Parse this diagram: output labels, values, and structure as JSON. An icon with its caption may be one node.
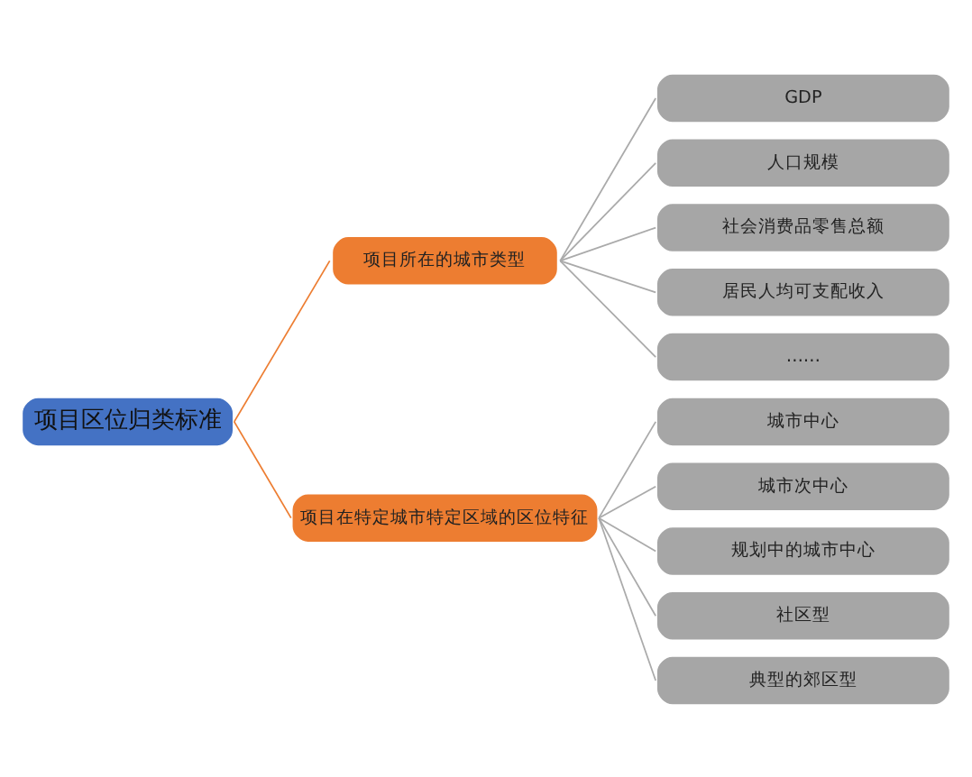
{
  "diagram": {
    "nodes": [
      {
        "text": [
          "项目区位归类标准"
        ]
      },
      {
        "text": [
          "项目所在的城市类型"
        ]
      },
      {
        "text": [
          "GDP"
        ]
      },
      {
        "text": [
          "人口规模"
        ]
      },
      {
        "text": [
          "社会消费品零售总额"
        ]
      },
      {
        "text": [
          "居民人均可支配收入"
        ]
      },
      {
        "text": [
          "……"
        ]
      },
      {
        "text": [
          "项目在特定城市特定区域的区位特征"
        ]
      },
      {
        "text": [
          "城市中心"
        ]
      },
      {
        "text": [
          "城市次中心"
        ]
      },
      {
        "text": [
          "规划中的城市中心"
        ]
      },
      {
        "text": [
          "社区型"
        ]
      },
      {
        "text": [
          "典型的郊区型"
        ]
      }
    ],
    "edges": [
      {
        "from": 0,
        "to": 1,
        "arrow": "none",
        "color": "#ed7d31"
      },
      {
        "from": 1,
        "to": 2,
        "arrow": "none"
      },
      {
        "from": 1,
        "to": 3,
        "arrow": "none"
      },
      {
        "from": 1,
        "to": 4,
        "arrow": "none"
      },
      {
        "from": 1,
        "to": 5,
        "arrow": "none"
      },
      {
        "from": 1,
        "to": 6,
        "arrow": "none"
      },
      {
        "from": 0,
        "to": 7,
        "arrow": "none",
        "color": "#ed7d31"
      },
      {
        "from": 7,
        "to": 8,
        "arrow": "none"
      },
      {
        "from": 7,
        "to": 9,
        "arrow": "none"
      },
      {
        "from": 7,
        "to": 10,
        "arrow": "none"
      },
      {
        "from": 7,
        "to": 11,
        "arrow": "none"
      },
      {
        "from": 7,
        "to": 12,
        "arrow": "none"
      }
    ]
  }
}
